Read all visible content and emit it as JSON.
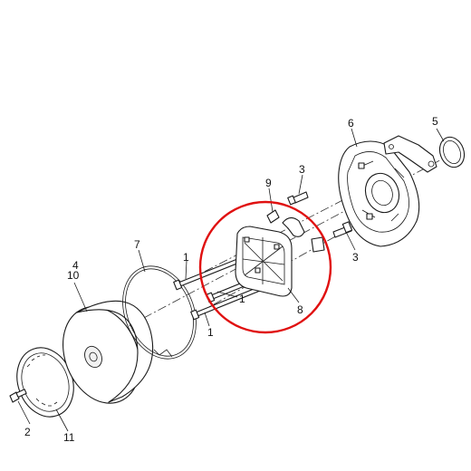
{
  "highlight_color": "#e01010",
  "callouts": {
    "c1a": "1",
    "c1b": "1",
    "c1c": "1",
    "c2": "2",
    "c3a": "3",
    "c3b": "3",
    "c4": "4",
    "c5": "5",
    "c6": "6",
    "c7": "7",
    "c8": "8",
    "c9": "9",
    "c10": "10",
    "c11": "11"
  },
  "highlighted_part": "8"
}
